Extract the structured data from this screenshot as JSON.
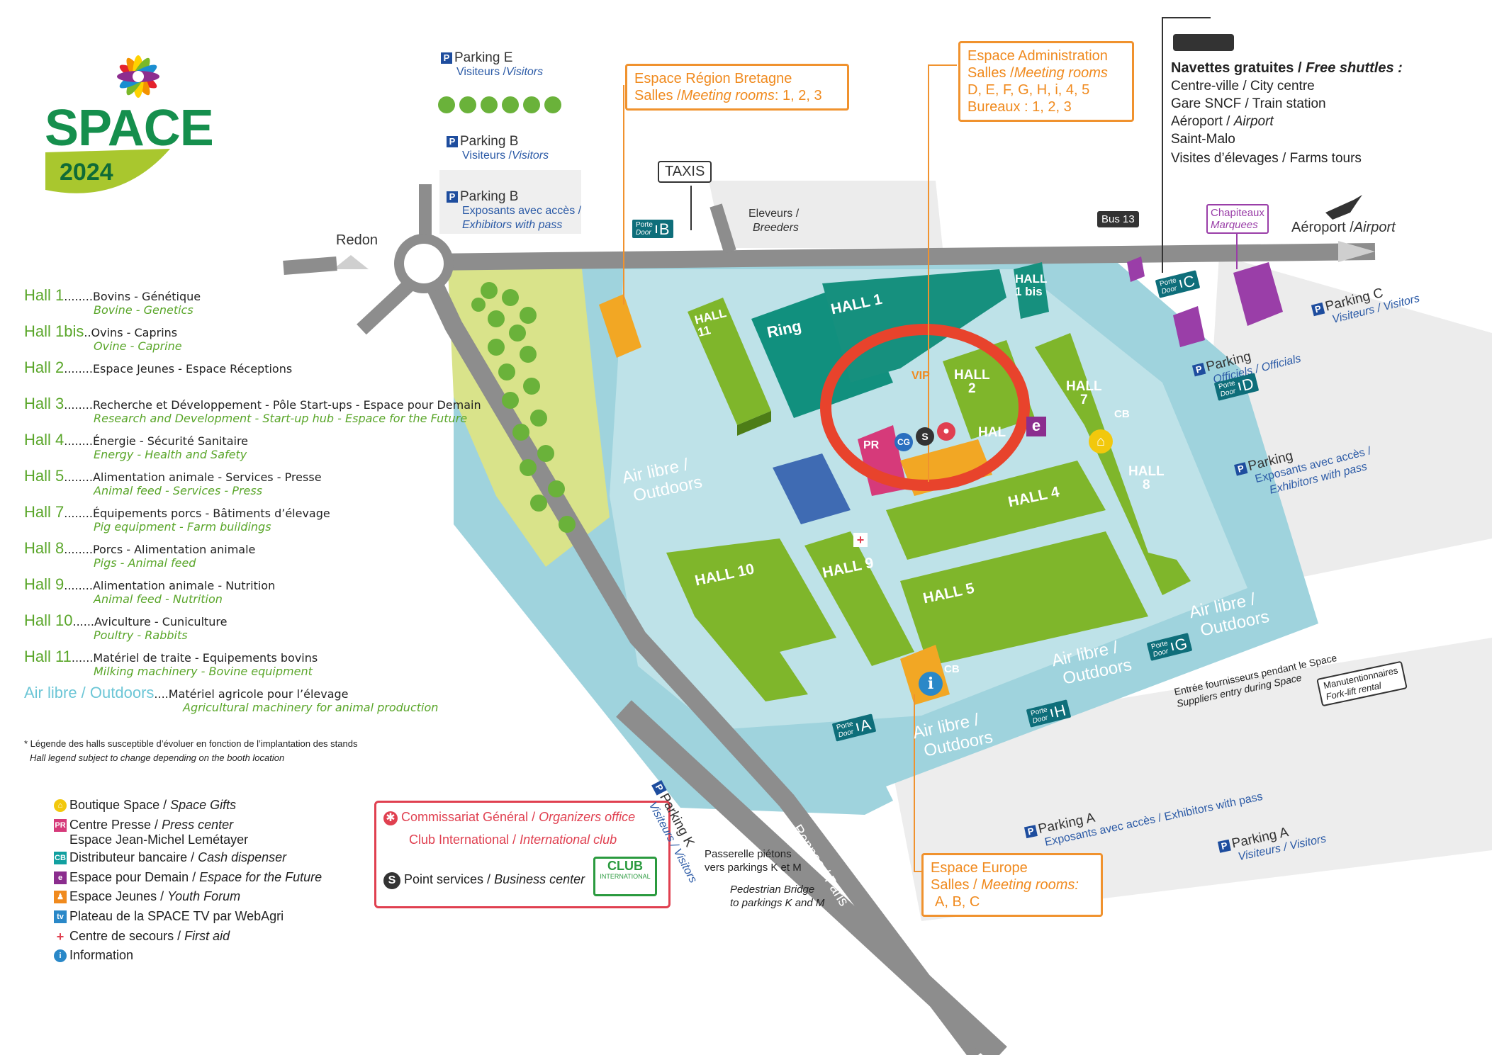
{
  "logo": {
    "name": "SPACE",
    "year": "2024"
  },
  "hall_legend": [
    {
      "hall": "Hall 1",
      "dots": "........",
      "fr": "Bovins - Génétique",
      "en": "Bovine - Genetics"
    },
    {
      "hall": "Hall 1bis",
      "dots": "..",
      "fr": "Ovins - Caprins",
      "en": "Ovine - Caprine"
    },
    {
      "hall": "Hall 2",
      "dots": "........",
      "fr": "Espace Jeunes - Espace Réceptions",
      "en": ""
    },
    {
      "hall": "Hall 3",
      "dots": "........",
      "fr": "Recherche et Développement - Pôle Start-ups - Espace pour Demain",
      "en": "Research and Development - Start-up hub - Espace for the Future"
    },
    {
      "hall": "Hall 4",
      "dots": "........",
      "fr": "Énergie - Sécurité Sanitaire",
      "en": "Energy - Health and Safety"
    },
    {
      "hall": "Hall 5",
      "dots": "........",
      "fr": "Alimentation animale - Services - Presse",
      "en": "Animal feed - Services - Press"
    },
    {
      "hall": "Hall 7",
      "dots": "........",
      "fr": "Équipements porcs - Bâtiments d’élevage",
      "en": "Pig equipment - Farm buildings"
    },
    {
      "hall": "Hall 8",
      "dots": "........",
      "fr": "Porcs - Alimentation animale",
      "en": "Pigs - Animal feed"
    },
    {
      "hall": "Hall 9",
      "dots": "........",
      "fr": "Alimentation animale - Nutrition",
      "en": "Animal feed - Nutrition"
    },
    {
      "hall": "Hall 10",
      "dots": "......",
      "fr": "Aviculture - Cuniculture",
      "en": "Poultry - Rabbits"
    },
    {
      "hall": "Hall 11",
      "dots": "......",
      "fr": "Matériel de traite - Equipements bovins",
      "en": "Milking machinery - Bovine equipment"
    },
    {
      "hall": "Air libre / Outdoors",
      "dots": "....",
      "fr": "Matériel agricole pour l’élevage",
      "en": "Agricultural machinery for animal production"
    }
  ],
  "note": {
    "fr": "* Légende des halls susceptible d’évoluer en fonction de l’implantation des stands",
    "en": "Hall legend subject to change depending on the booth location"
  },
  "symbols": [
    {
      "icon": "gift-icon",
      "fr": "Boutique Space / ",
      "en": "Space Gifts",
      "extra": ""
    },
    {
      "icon": "press-icon",
      "fr": "Centre Presse / ",
      "en": "Press center",
      "extra": "Espace Jean-Michel Lemétayer"
    },
    {
      "icon": "cash-icon",
      "fr": "Distributeur bancaire / ",
      "en": "Cash dispenser",
      "extra": ""
    },
    {
      "icon": "future-icon",
      "fr": "Espace pour Demain / ",
      "en": "Espace for the Future",
      "extra": ""
    },
    {
      "icon": "youth-icon",
      "fr": "Espace Jeunes / ",
      "en": "Youth Forum",
      "extra": ""
    },
    {
      "icon": "tv-icon",
      "fr": "Plateau de la SPACE TV par WebAgri",
      "en": "",
      "extra": ""
    },
    {
      "icon": "first-aid-icon",
      "fr": "Centre de secours / ",
      "en": "First aid",
      "extra": ""
    },
    {
      "icon": "info-icon",
      "fr": "Information",
      "en": "",
      "extra": ""
    }
  ],
  "infobox": {
    "line1_fr": "Commissariat Général / ",
    "line1_en": "Organizers office",
    "line2_fr": "Club International / ",
    "line2_en": "International club",
    "line3_fr": "Point services / ",
    "line3_en": "Business center",
    "club_logo_1": "CLUB",
    "club_logo_2": "INTERNATIONAL"
  },
  "callouts": {
    "bretagne": {
      "l1": "Espace Région Bretagne",
      "l2a": "Salles /",
      "l2b": "Meeting rooms",
      "l2c": ": 1, 2, 3"
    },
    "admin": {
      "l1": "Espace Administration",
      "l2a": "Salles /",
      "l2b": "Meeting rooms",
      "l3": "D, E, F, G, H, i, 4, 5",
      "l4": "Bureaux : 1, 2, 3"
    },
    "europe": {
      "l1": "Espace Europe",
      "l2a": "Salles / ",
      "l2b": "Meeting rooms:",
      "l3": "A, B, C"
    }
  },
  "shuttles": {
    "title_fr": "Navettes gratuites / ",
    "title_en": "Free shuttles :",
    "lines": [
      "Centre-ville / City centre",
      "Gare SNCF / Train station",
      "Aéroport / ",
      "Saint-Malo",
      "Visites d’élevages / Farms tours"
    ],
    "airport_en": "Airport",
    "bus": "Bus 13"
  },
  "parkings": {
    "E": {
      "name": "Parking E",
      "sub_fr": "Visiteurs /",
      "sub_en": "Visitors"
    },
    "B1": {
      "name": "Parking B",
      "sub_fr": "Visiteurs /",
      "sub_en": "Visitors"
    },
    "B2": {
      "name": "Parking B",
      "sub_fr": "Exposants avec accès /",
      "sub_en": "Exhibitors with pass"
    },
    "C": {
      "name": "Parking C",
      "sub": "Visiteurs / Visitors"
    },
    "officials": {
      "name": "Parking",
      "sub": "Officiels / Officials"
    },
    "exhib": {
      "name": "Parking",
      "sub1": "Exposants avec accès /",
      "sub2": "Exhibitors with pass"
    },
    "K": {
      "name": "Parking K",
      "sub": "Visiteurs / Visitors"
    },
    "A1": {
      "name": "Parking A",
      "sub": "Exposants avec accès / Exhibitors with pass"
    },
    "A2": {
      "name": "Parking A",
      "sub": "Visiteurs / Visitors"
    }
  },
  "places": {
    "redon": "Redon",
    "taxis": "TAXIS",
    "eleveurs": "Eleveurs /",
    "breeders": "Breeders",
    "chapiteaux": "Chapiteaux",
    "marquees": "Marquees",
    "airport_fr": "Aéroport /",
    "airport_en": "Airport",
    "rennes": "Rennes / Paris",
    "passerelle1": "Passerelle piétons",
    "passerelle2": "vers parkings K et M",
    "bridge1": "Pedestrian Bridge",
    "bridge2": "to parkings K and M",
    "fournisseurs1": "Entrée fournisseurs pendant le Space",
    "fournisseurs2": "Suppliers entry during Space",
    "forklift1": "Manutentionnaires",
    "forklift2": "Fork-lift rental"
  },
  "halls": {
    "h1": "HALL 1",
    "h1bis_a": "HALL",
    "h1bis_b": "1 bis",
    "h2_a": "HALL",
    "h2_b": "2",
    "h3": "HAL",
    "h4": "HALL 4",
    "h5": "HALL 5",
    "h7_a": "HALL",
    "h7_b": "7",
    "h8_a": "HALL",
    "h8_b": "8",
    "h9": "HALL 9",
    "h10": "HALL 10",
    "h11_a": "HALL",
    "h11_b": "11",
    "ring": "Ring",
    "vip": "VIP",
    "pr": "PR",
    "cg": "CG",
    "s": "S",
    "cb": "CB",
    "e": "e",
    "info": "i"
  },
  "outdoors": {
    "a1": "Air libre /",
    "a2": "Outdoors"
  },
  "door": {
    "porte": "Porte",
    "door": "Door",
    "letters": [
      "B",
      "C",
      "D",
      "G",
      "H",
      "A"
    ]
  }
}
